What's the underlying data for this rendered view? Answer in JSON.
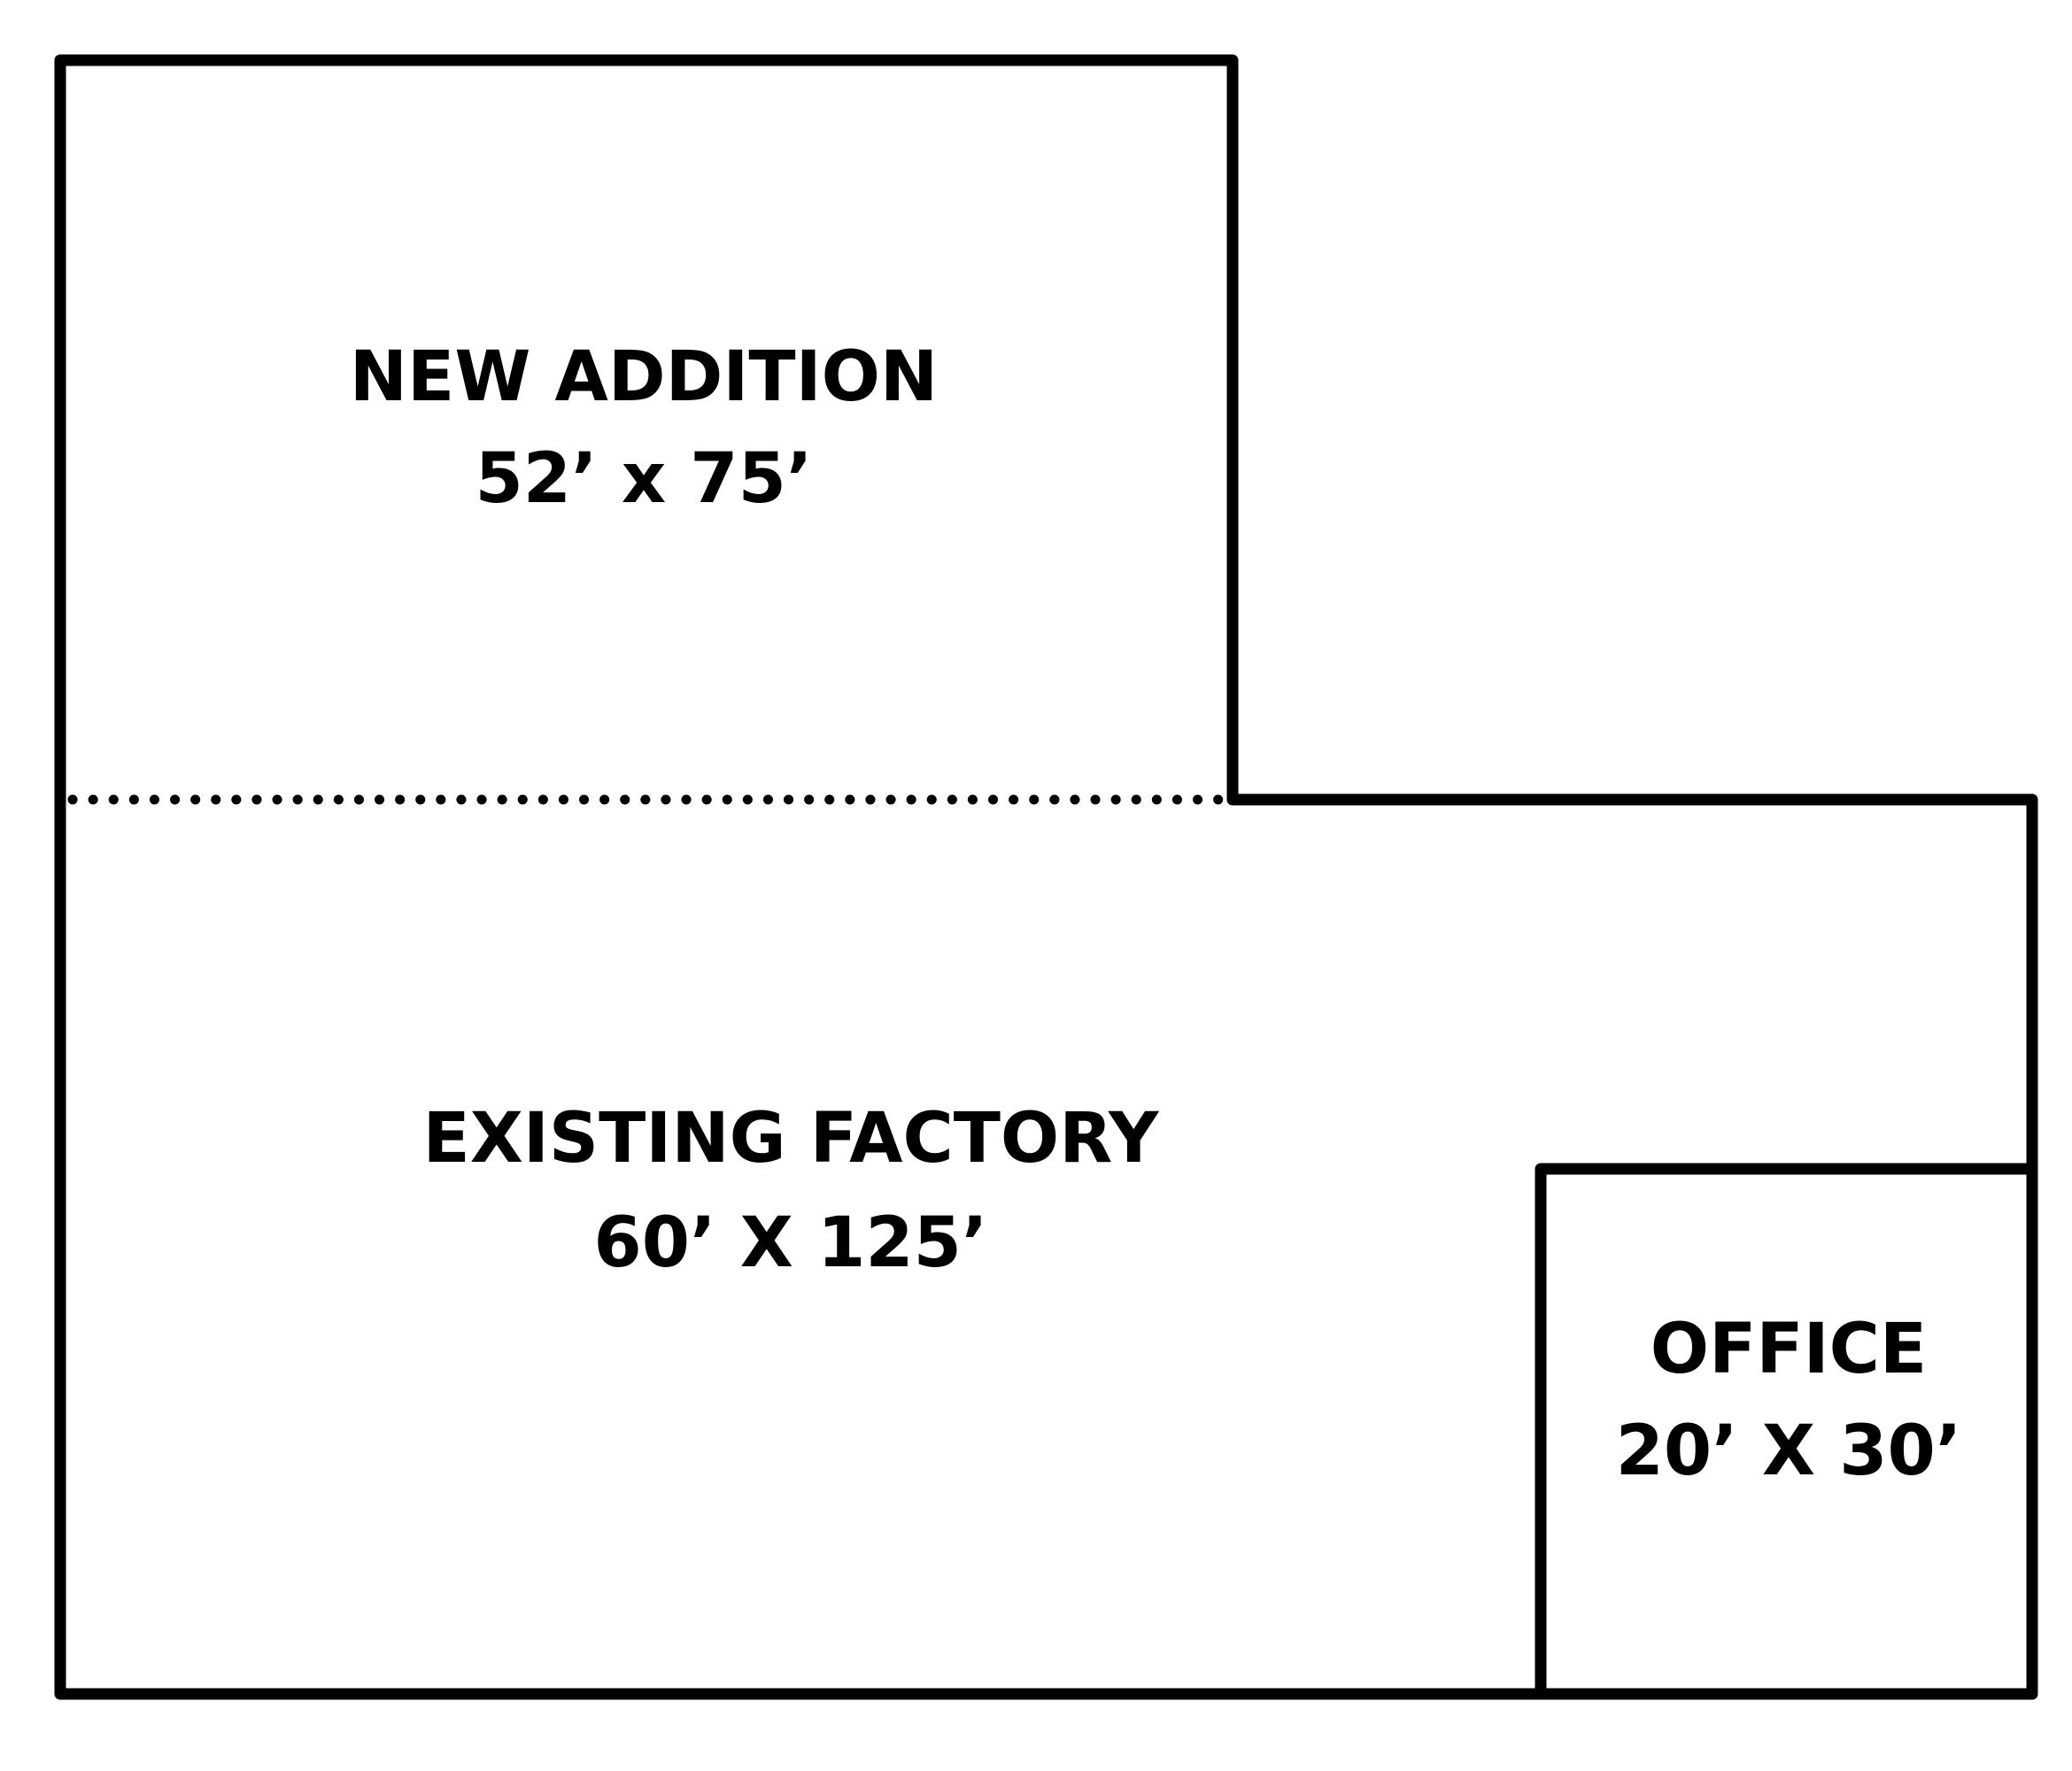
{
  "rooms": {
    "new_addition": {
      "name": "NEW ADDITION",
      "dimensions": "52’ x 75’"
    },
    "existing_factory": {
      "name": "EXISTING FACTORY",
      "dimensions": "60’ X 125’"
    },
    "office": {
      "name": "OFFICE",
      "dimensions": "20’ X 30’"
    }
  },
  "colors": {
    "wall": "#000000",
    "background": "#ffffff"
  }
}
